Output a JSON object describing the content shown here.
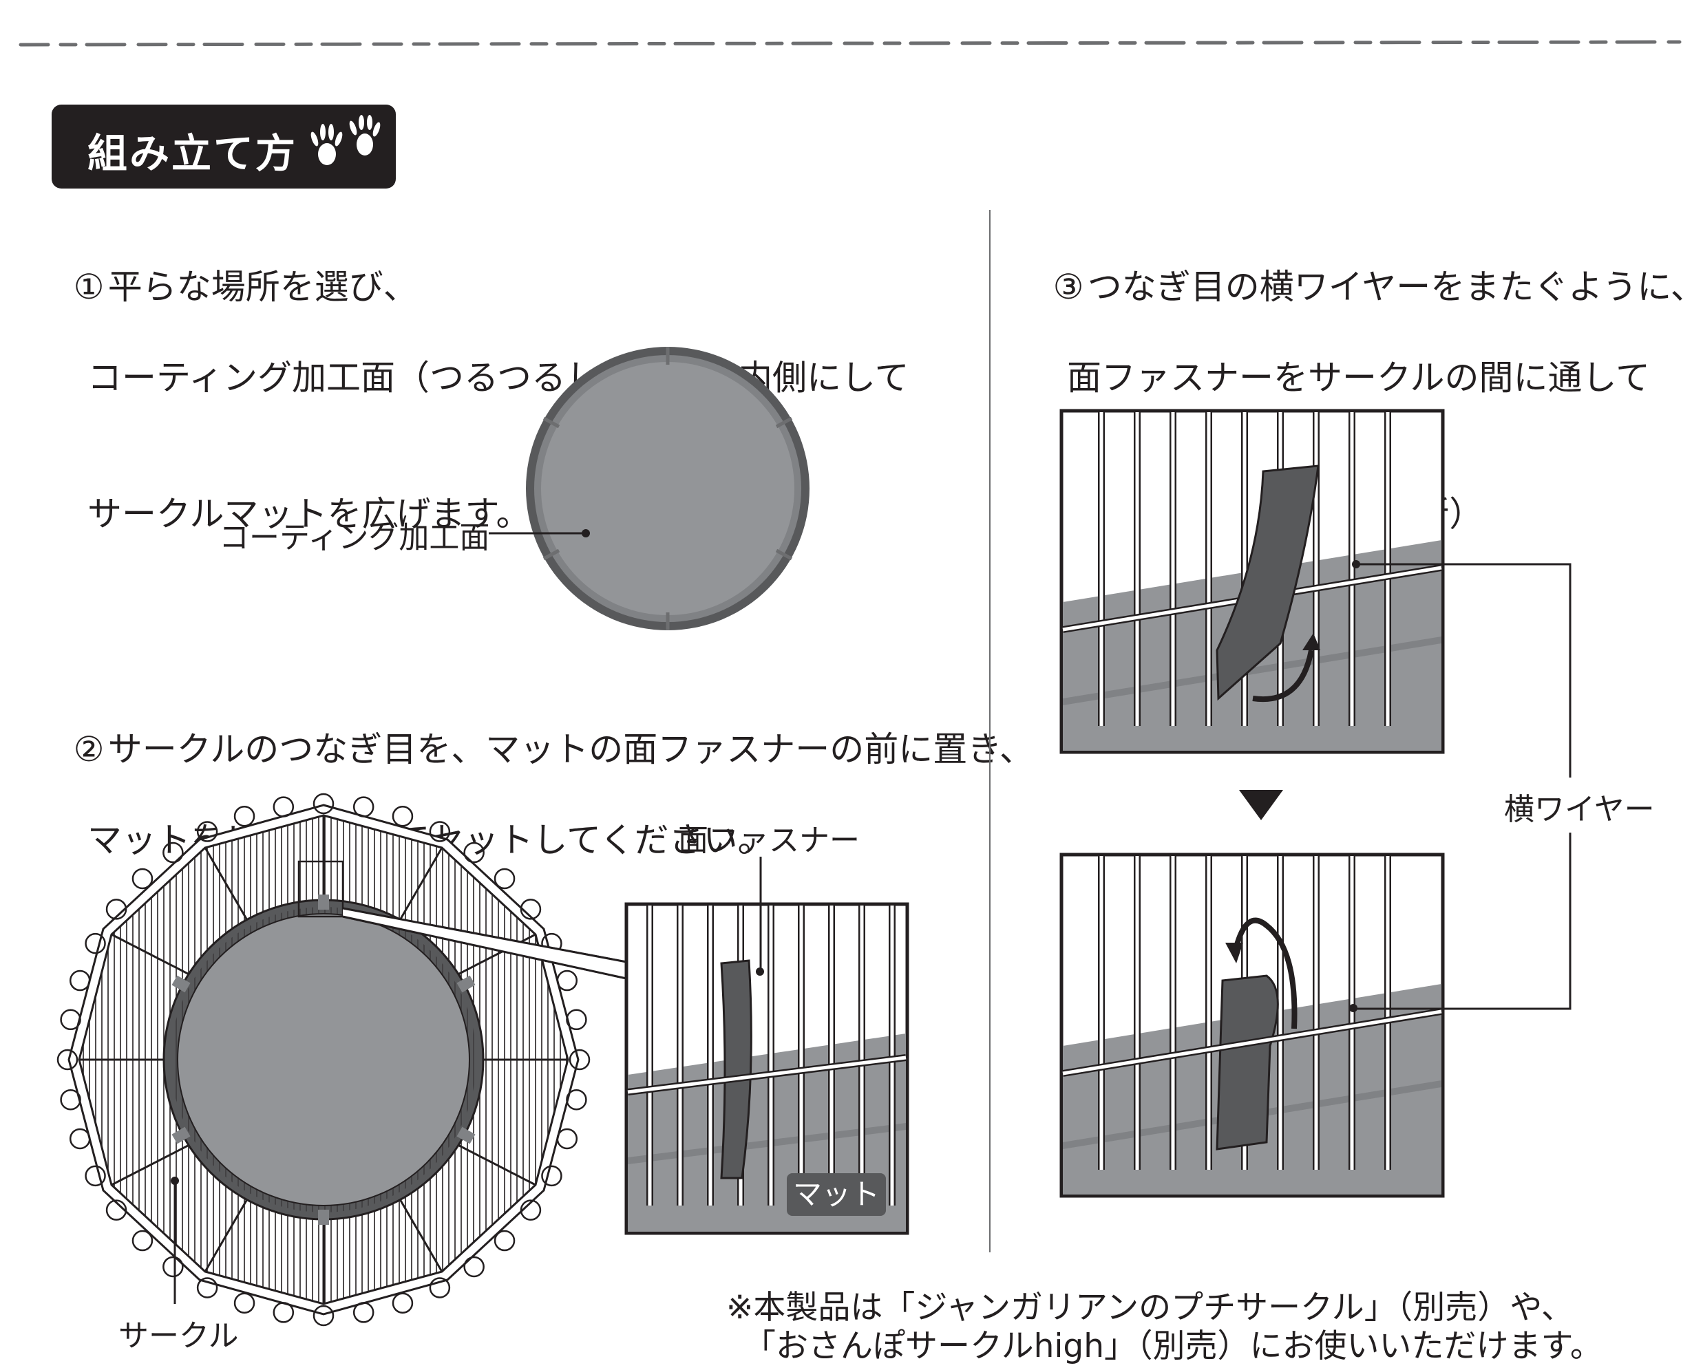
{
  "header": {
    "title": "組み立て方"
  },
  "steps": [
    {
      "number": "①",
      "lines": [
        "平らな場所を選び、",
        "コーティング加工面（つるつるした面）を内側にして",
        "サークルマットを広げます。"
      ]
    },
    {
      "number": "②",
      "lines": [
        "サークルのつなぎ目を、マットの面ファスナーの前に置き、",
        "マットをピンと張ってセットしてください。"
      ]
    },
    {
      "number": "③",
      "lines": [
        "つなぎ目の横ワイヤーをまたぐように、",
        "面ファスナーをサークルの間に通して",
        "止めてください。（6ヶ所）"
      ]
    }
  ],
  "labels": {
    "coating_surface": "コーティング加工面",
    "hook_loop": "面ファスナー",
    "mat": "マット",
    "circle": "サークル",
    "horizontal_wire": "横ワイヤー"
  },
  "note": {
    "line1": "※本製品は「ジャンガリアンのプチサークル」（別売）や、",
    "line2": "「おさんぽサークルhigh」（別売）にお使いいただけます。"
  },
  "colors": {
    "ink": "#231f20",
    "mat_gray": "#939598",
    "dark_gray": "#58595b",
    "light_gray": "#bcbec0"
  }
}
